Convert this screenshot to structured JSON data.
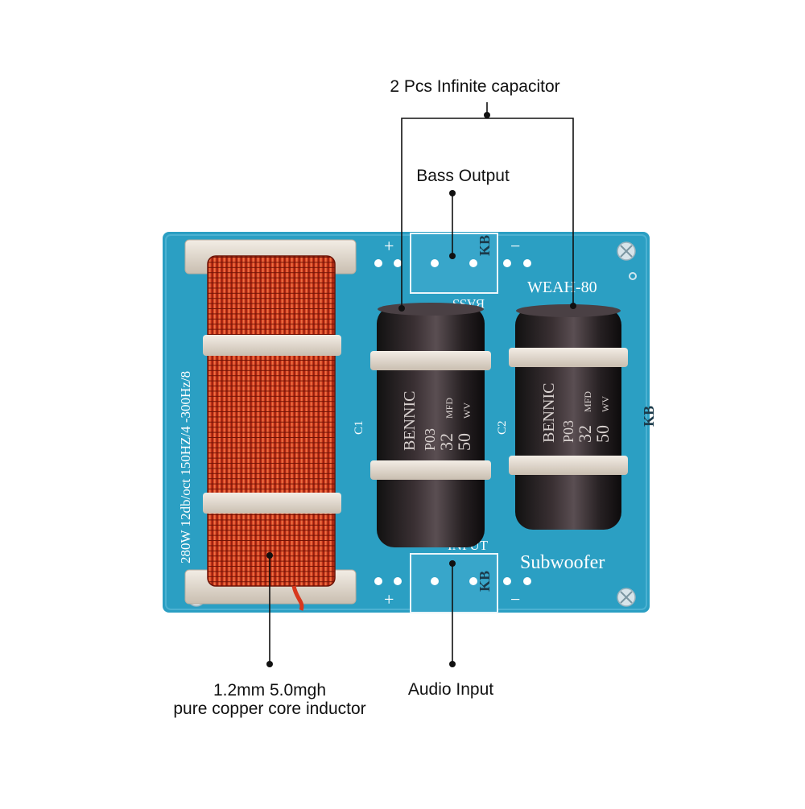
{
  "callouts": {
    "capacitor": "2 Pcs Infinite capacitor",
    "bass_output": "Bass Output",
    "inductor_line1": "1.2mm 5.0mgh",
    "inductor_line2": "pure copper core inductor",
    "audio_input": "Audio Input"
  },
  "board": {
    "model": "WEAH-80",
    "product": "Subwoofer",
    "input_label": "INPUT",
    "bass_label": "BASS",
    "spec": "280W 12db/oct 150HZ/4 -300Hz/8",
    "c1": "C1",
    "c2": "C2",
    "kb_mark": "KB",
    "plus": "+",
    "minus": "−"
  },
  "capacitor_text": {
    "brand": "BENNIC",
    "code": "P03",
    "capacitance": "32",
    "unit": "MFD",
    "voltage": "50",
    "voltage_unit": "WV"
  },
  "colors": {
    "pcb": "#2b9fc3",
    "pcb_dark": "#1d86a8",
    "copper": "#d8381e",
    "capacitor": "#2a2224",
    "tie": "#e8e0d6",
    "terminal": "#38a6ca"
  }
}
